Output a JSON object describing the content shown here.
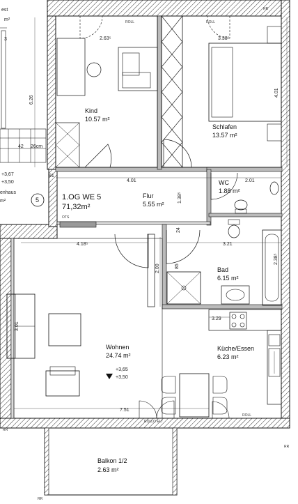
{
  "rooms": {
    "kind": {
      "name": "Kind",
      "area": "10.57 m²"
    },
    "schlafen": {
      "name": "Schlafen",
      "area": "13.57 m²"
    },
    "flur": {
      "name": "Flur",
      "area": "5.55 m²"
    },
    "wc": {
      "name": "WC",
      "area": "1.88 m²"
    },
    "bad": {
      "name": "Bad",
      "area": "6.15 m²"
    },
    "wohnen": {
      "name": "Wohnen",
      "area": "24.74 m²"
    },
    "kueche": {
      "name": "Küche/Essen",
      "area": "6.23 m²"
    },
    "balkon": {
      "name": "Balkon 1/2",
      "area": "2.63 m²"
    }
  },
  "unit": {
    "name": "1.OG WE 5",
    "area": "71,32m²",
    "number": "5",
    "sub": "OTS"
  },
  "dims": {
    "d_263": "2.63⁵",
    "d_338": "3.38⁵",
    "d_626": "6.26",
    "d_401a": "4.01",
    "d_401b": "4.01",
    "d_201": "2.01",
    "d_418": "4.18⁵",
    "d_321": "3.21",
    "d_200": "2.00",
    "d_238": "2.38⁵",
    "d_329": "3.29",
    "d_301": "3.01",
    "d_751": "7.51",
    "d_138": "1.38⁵",
    "d_24": "24",
    "d_91": "91",
    "d_42": "42",
    "d_26": "26cm",
    "d_85": "85",
    "d_3": "3"
  },
  "levels": {
    "a": "+3,67",
    "b": "+3,50",
    "c": "+3,65",
    "d": "+3,50"
  },
  "edge_text": {
    "top_left": "est",
    "top_left_unit": "m²",
    "side_left": "enhaus",
    "side_left_unit": "m²"
  },
  "marks": {
    "roll": "ROLL",
    "rollo": "ROLLO ELT",
    "rr": "RR"
  }
}
